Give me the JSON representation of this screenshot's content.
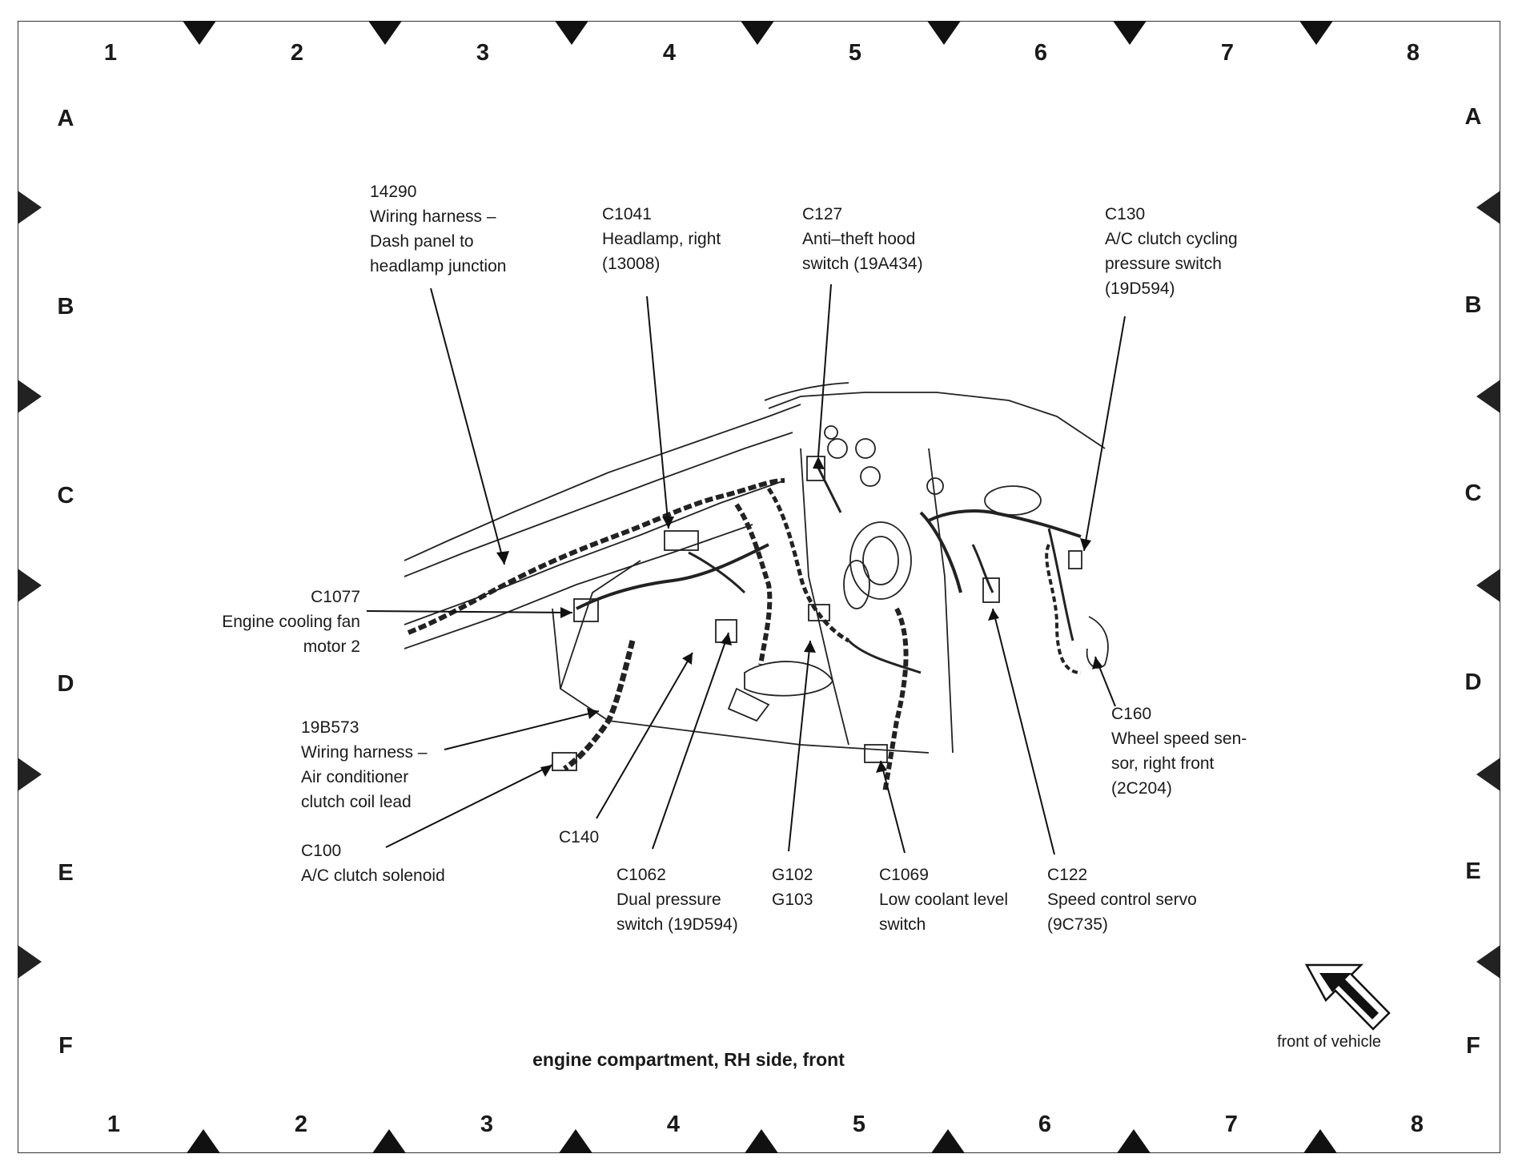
{
  "grid": {
    "columns_top": [
      "1",
      "2",
      "3",
      "4",
      "5",
      "6",
      "7",
      "8"
    ],
    "columns_bottom": [
      "1",
      "2",
      "3",
      "4",
      "5",
      "6",
      "7",
      "8"
    ],
    "rows_left": [
      "A",
      "B",
      "C",
      "D",
      "E",
      "F"
    ],
    "rows_right": [
      "A",
      "B",
      "C",
      "D",
      "E",
      "F"
    ]
  },
  "callouts": {
    "c14290": {
      "code": "14290",
      "desc": "Wiring harness –\nDash panel to\nheadlamp junction"
    },
    "c1041": {
      "code": "C1041",
      "desc": "Headlamp, right\n(13008)"
    },
    "c127": {
      "code": "C127",
      "desc": "Anti–theft hood\nswitch (19A434)"
    },
    "c130": {
      "code": "C130",
      "desc": "A/C clutch cycling\npressure switch\n(19D594)"
    },
    "c1077": {
      "code": "C1077",
      "desc": "Engine cooling fan\nmotor 2"
    },
    "c19b573": {
      "code": "19B573",
      "desc": "Wiring harness –\nAir conditioner\nclutch coil lead"
    },
    "c100": {
      "code": "C100",
      "desc": "A/C clutch solenoid"
    },
    "c140": {
      "code": "C140",
      "desc": ""
    },
    "c1062": {
      "code": "C1062",
      "desc": "Dual pressure\nswitch (19D594)"
    },
    "g102": {
      "code": "G102",
      "desc": "G103"
    },
    "c1069": {
      "code": "C1069",
      "desc": "Low coolant level\nswitch"
    },
    "c122": {
      "code": "C122",
      "desc": "Speed control servo\n(9C735)"
    },
    "c160": {
      "code": "C160",
      "desc": "Wheel speed sen-\nsor, right front\n(2C204)"
    }
  },
  "caption": "engine compartment, RH side, front",
  "front_label": "front of vehicle"
}
